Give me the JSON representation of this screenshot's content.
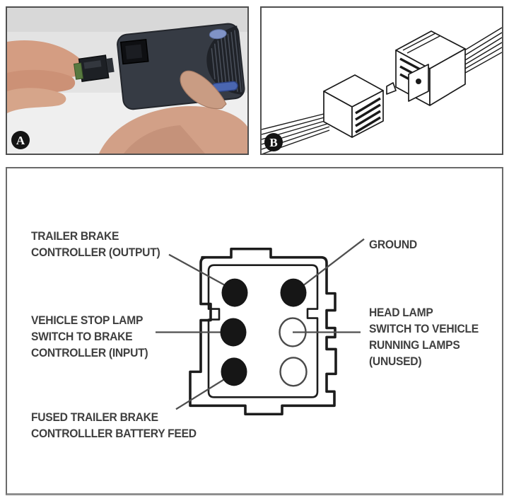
{
  "figure": {
    "background": "#ffffff",
    "panel_a": {
      "badge": "A"
    },
    "panel_b": {
      "badge": "B"
    },
    "connector_diagram": {
      "labels": {
        "trailer_brake_output": "TRAILER BRAKE\nCONTROLLER (OUTPUT)",
        "ground": "GROUND",
        "stop_lamp_input": "VEHICLE STOP LAMP\nSWITCH TO BRAKE\nCONTROLLER (INPUT)",
        "head_lamp_unused": "HEAD LAMP\nSWITCH TO VEHICLE\nRUNNING LAMPS\n(UNUSED)",
        "battery_feed": "FUSED TRAILER BRAKE\nCONTROLLLER BATTERY FEED"
      },
      "pin_fills": {
        "trailer_brake_output": "#161616",
        "ground": "#161616",
        "stop_lamp_input": "#161616",
        "head_lamp_unused": "#ffffff",
        "battery_feed": "#161616",
        "unlabeled_spare": "#ffffff"
      },
      "colors": {
        "connector_outline": "#1c1c1c",
        "label_text": "#3f3f3f",
        "callout_line": "#4f4f4f",
        "panel_border": "#6a6a6a"
      }
    }
  }
}
